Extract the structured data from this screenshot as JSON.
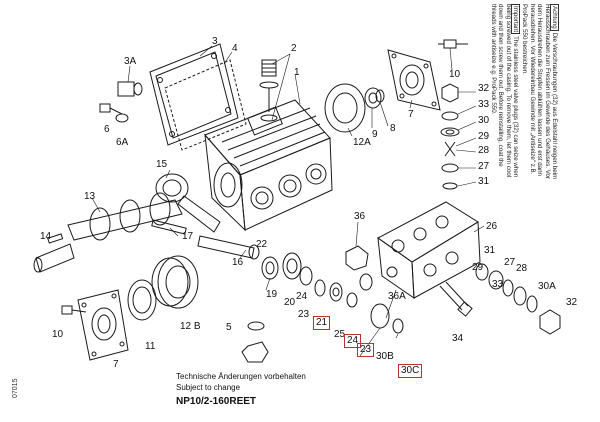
{
  "notes": {
    "de_header": "Achtung",
    "de_text": "Die Verschraubungen (32) aus Edelstahl neigen beim Herausschrauben zum Fressen im Gewinde des Gehäuses. Vor dem Herausdrehen die Stopfen abkühlen lassen und erst dann herausdrehen. Vor Wiedereinbau Gewinde mit „Antiseize\" z.B. ProPack 550 bestreichen.",
    "en_header": "Important",
    "en_text": "The stainless steel valve plugs (32) can seize when being screwed out of the casing. To remove them, let them cool down and then screw them out. Before reinstalling, coat the threads with antiseize e.g. ProPack 550."
  },
  "side_code": "07015",
  "caption": {
    "line1": "Technische Änderungen vorbehalten",
    "line2": "Subject to change",
    "model": "NP10/2-160REET"
  },
  "parts": {
    "p1": "1",
    "p2": "2",
    "p3": "3",
    "p3a": "3A",
    "p4": "4",
    "p5": "5",
    "p6": "6",
    "p6a": "6A",
    "p7a": "7",
    "p7b": "7",
    "p8": "8",
    "p9": "9",
    "p10a": "10",
    "p10b": "10",
    "p11": "11",
    "p12a": "12A",
    "p12b": "12 B",
    "p13": "13",
    "p14": "14",
    "p15": "15",
    "p16": "16",
    "p17": "17",
    "p19": "19",
    "p20": "20",
    "p21": "21",
    "p22": "22",
    "p23a": "23",
    "p23b": "23",
    "p24a": "24",
    "p24b": "24",
    "p25": "25",
    "p26": "26",
    "p27a": "27",
    "p27b": "27",
    "p28a": "28",
    "p28b": "28",
    "p29a": "29",
    "p29b": "29",
    "p30": "30",
    "p30a": "30A",
    "p30b": "30B",
    "p30c": "30C",
    "p31a": "31",
    "p31b": "31",
    "p32a": "32",
    "p32b": "32",
    "p33a": "33",
    "p33b": "33",
    "p34": "34",
    "p36": "36",
    "p36a": "36A"
  },
  "colors": {
    "line": "#1a1a1a",
    "highlight_box": "#c03030"
  }
}
